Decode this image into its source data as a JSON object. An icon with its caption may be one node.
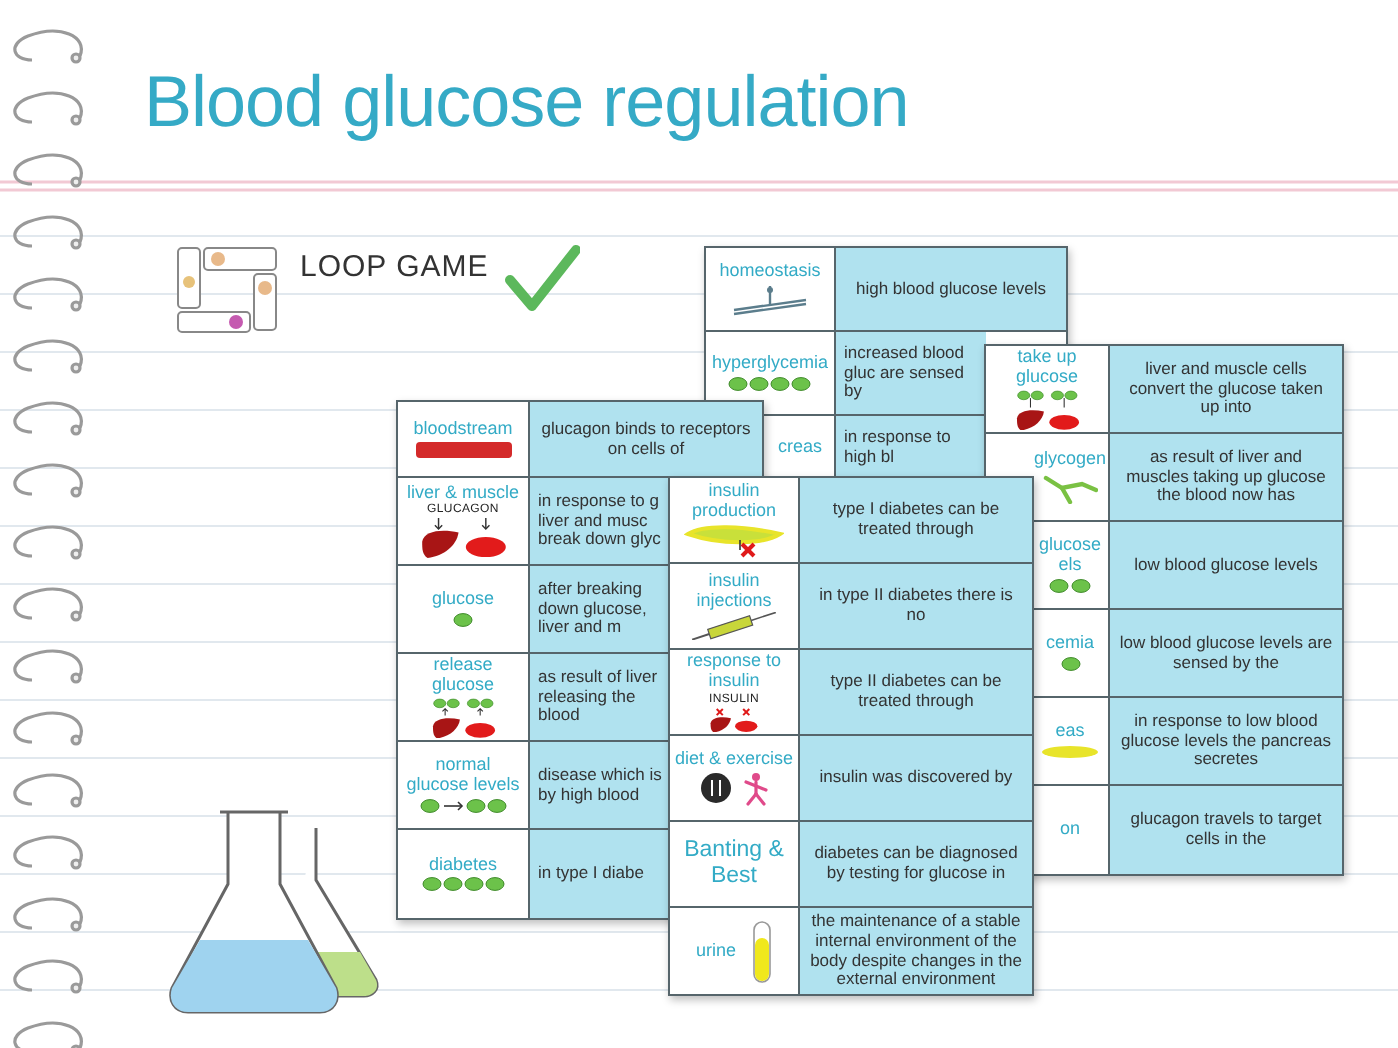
{
  "diagram": {
    "title": "Blood glucose regulation",
    "nodes": [
      {
        "text": [],
        "shape": "box"
      },
      {
        "text": [
          "homeostasis",
          "high blood glucose levels"
        ],
        "in": 0
      },
      {
        "text": [
          "hyperglycemia",
          "increased blood gluc are sensed by"
        ],
        "in": 0
      },
      {
        "text": [
          "creas",
          "in response to high bl"
        ],
        "in": 0
      },
      {
        "text": [],
        "shape": "box"
      },
      {
        "text": [
          "bloodstream",
          "glucagon binds to receptors on cells of"
        ],
        "in": 4
      },
      {
        "text": [
          "liver & muscle",
          "GLUCAGON",
          "in response to g liver and musc break down glyc"
        ],
        "in": 4
      },
      {
        "text": [
          "glucose",
          "after breaking down glucose, liver and m"
        ],
        "in": 4
      },
      {
        "text": [
          "release glucose",
          "as result of liver releasing the blood"
        ],
        "in": 4
      },
      {
        "text": [
          "normal glucose levels",
          "disease which is by high blood"
        ],
        "in": 4
      },
      {
        "text": [
          "diabetes",
          "in type I diabe"
        ],
        "in": 4
      },
      {
        "text": [],
        "shape": "box"
      },
      {
        "text": [
          "take up glucose",
          "liver and muscle cells convert the glucose taken up into"
        ],
        "in": 11
      },
      {
        "text": [
          "glycogen",
          "as result of liver and muscles taking up glucose the blood now has"
        ],
        "in": 11
      },
      {
        "text": [
          "glucose els",
          "low blood glucose levels"
        ],
        "in": 11
      },
      {
        "text": [
          "cemia",
          "low blood glucose levels are sensed by the"
        ],
        "in": 11
      },
      {
        "text": [
          "eas",
          "in response to low blood glucose levels the pancreas secretes"
        ],
        "in": 11
      },
      {
        "text": [
          "on",
          "glucagon travels to target cells in the"
        ],
        "in": 11
      },
      {
        "text": [],
        "shape": "box"
      },
      {
        "text": [
          "insulin production",
          "type I diabetes can be treated through"
        ],
        "in": 18
      },
      {
        "text": [
          "insulin injections",
          "in type II diabetes there is no"
        ],
        "in": 18
      },
      {
        "text": [
          "response to insulin",
          "INSULIN",
          "type II diabetes can be treated through"
        ],
        "in": 18
      },
      {
        "text": [
          "diet & exercise",
          "insulin was discovered by"
        ],
        "in": 18
      },
      {
        "text": [
          "Banting & Best",
          "diabetes can be diagnosed by testing for glucose in"
        ],
        "in": 18
      },
      {
        "text": [
          "urine",
          "the maintenance of a stable internal environment of the body despite changes in the external environment"
        ],
        "in": 18
      }
    ],
    "labels": [
      "LOOP GAME"
    ]
  }
}
